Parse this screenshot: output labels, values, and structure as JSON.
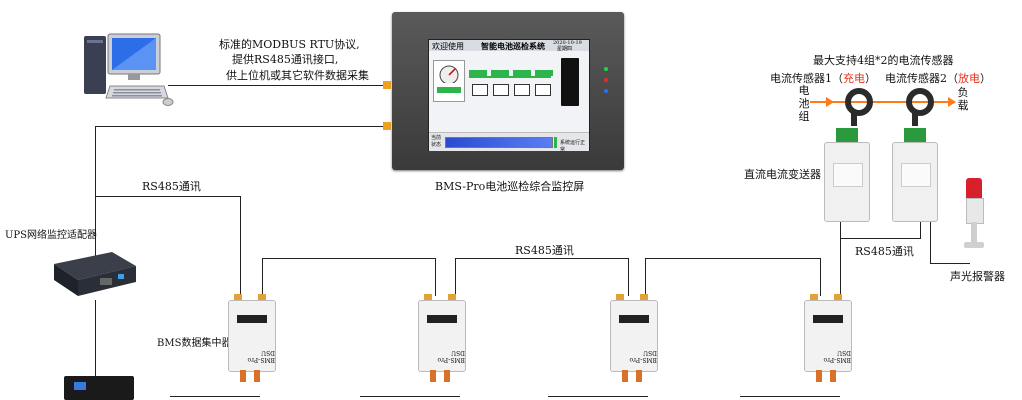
{
  "computer": {
    "desc_line1": "标准的MODBUS RTU协议,",
    "desc_line2": "提供RS485通讯接口,",
    "desc_line3": "供上位机或其它软件数据采集"
  },
  "hmi": {
    "caption": "BMS-Pro电池巡检综合监控屏",
    "screen_left_title": "欢迎使用",
    "screen_main_title": "智能电池巡检系统",
    "screen_date": "2020-10-19",
    "screen_day": "星期四",
    "screen_bottom_right": "系统运行正常",
    "screen_bottom_left1": "当前",
    "screen_bottom_left2": "状态"
  },
  "labels": {
    "rs485_top": "RS485通讯",
    "rs485_mid": "RS485通讯",
    "rs485_right": "RS485通讯",
    "ups_adapter": "UPS网络监控适配器",
    "bms_collector": "BMS数据集中器",
    "dc_transducer": "直流电流变送器",
    "alarm": "声光报警器"
  },
  "sensors": {
    "max_support": "最大支持4组*2的电流传感器",
    "sensor1_prefix": "电流传感器1（",
    "sensor1_mode": "充电",
    "sensor1_suffix": "）",
    "sensor2_prefix": "电流传感器2（",
    "sensor2_mode": "放电",
    "sensor2_suffix": "）",
    "left_label": [
      "电",
      "池",
      "组"
    ],
    "right_label": [
      "负",
      "载"
    ]
  },
  "collector_text": {
    "model": "BMS-Pro DSU",
    "vertical": "BMS-Pro DSU"
  },
  "colors": {
    "charge": "#e8341c",
    "discharge": "#e8341c",
    "arrow": "#ff7a1a",
    "wire": "#222222"
  }
}
